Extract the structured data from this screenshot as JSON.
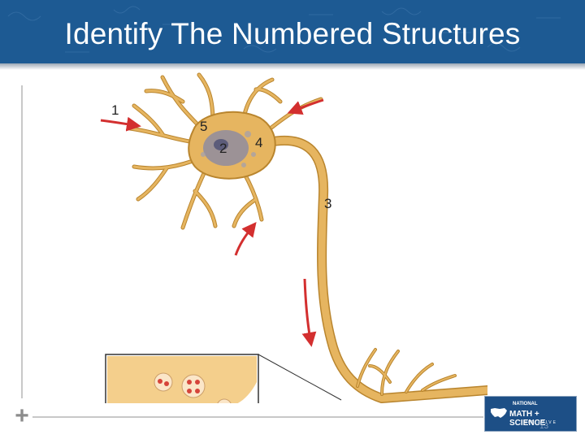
{
  "slide": {
    "title": "Identify The Numbered Structures",
    "page_number": "13"
  },
  "diagram": {
    "labels": [
      "1",
      "5",
      "2",
      "4",
      "3"
    ]
  },
  "logo": {
    "line1": "NATIONAL",
    "line2": "MATH + SCIENCE",
    "line3": "INITIATIVE"
  },
  "colors": {
    "banner": "#1d5a93",
    "neuron": "#e6b560",
    "neuron_outline": "#b9852e",
    "arrow": "#d32f2f",
    "nucleus": "#8a8aa4"
  }
}
